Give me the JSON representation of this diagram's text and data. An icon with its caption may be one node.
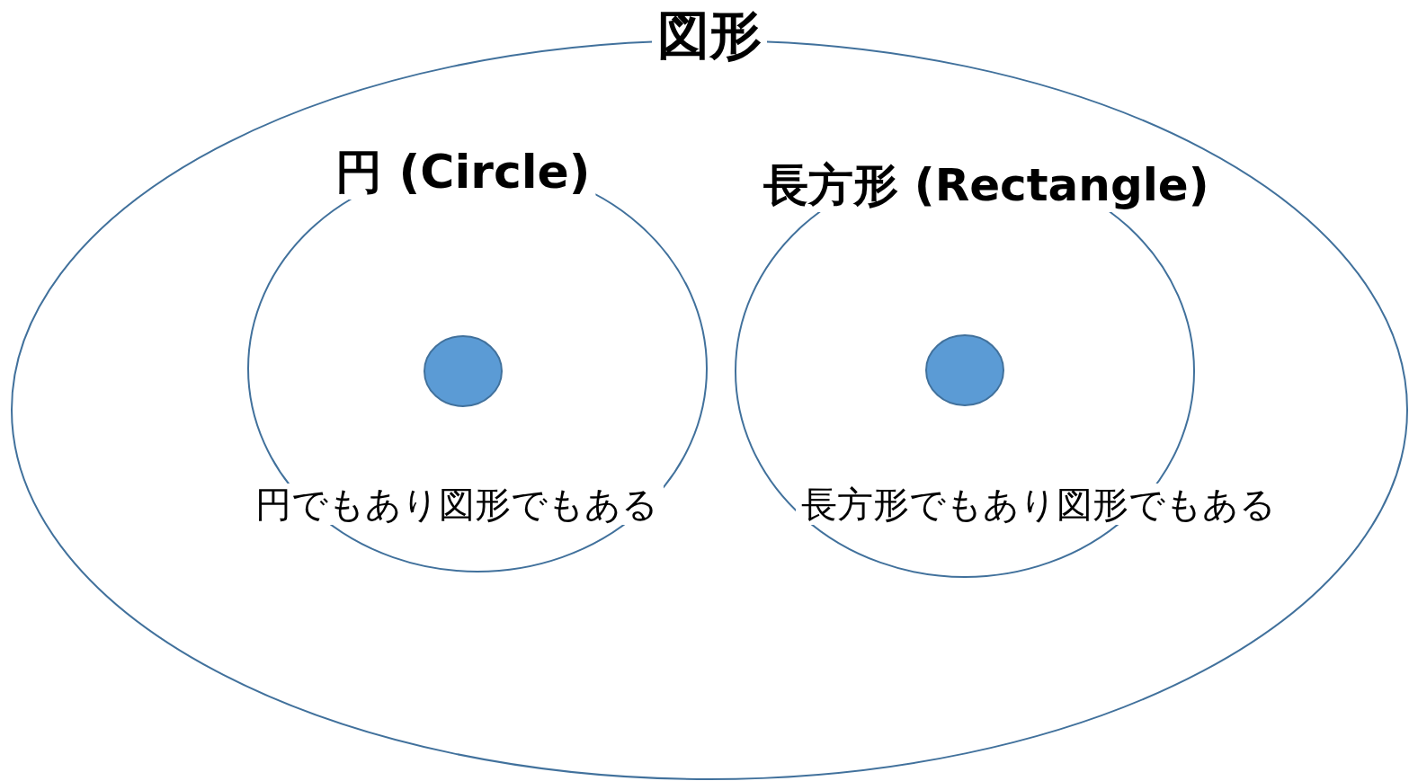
{
  "diagram": {
    "nodes": [
      {
        "text": [
          "図形"
        ]
      },
      {
        "text": [
          "円 (Circle)",
          "円でもあり図形でもある"
        ],
        "in": 0
      },
      {
        "text": [],
        "shape": "circle",
        "in": 1
      },
      {
        "text": [
          "長方形 (Rectangle)",
          "長方形でもあり図形でもある"
        ],
        "in": 0
      },
      {
        "text": [],
        "shape": "circle",
        "in": 3
      }
    ]
  }
}
